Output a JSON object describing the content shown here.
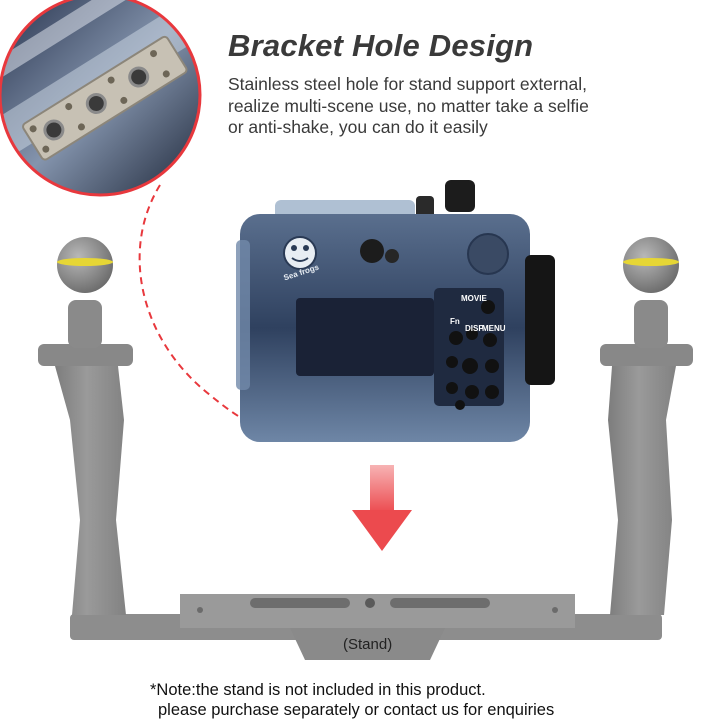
{
  "heading": {
    "title": "Bracket Hole Design",
    "description_lines": [
      "Stainless steel hole for stand support external,",
      "realize multi-scene use, no matter take a selfie",
      "or anti-shake, you can do it easily"
    ]
  },
  "camera_housing": {
    "brand_text": "Sea frogs",
    "button_labels": {
      "movie": "MOVIE",
      "fn": "Fn",
      "disp": "DISP",
      "menu": "MENU"
    }
  },
  "stand": {
    "label": "(Stand)"
  },
  "note": {
    "lines": [
      "*Note:the stand is not included in this product.",
      "please purchase separately or contact us for enquiries"
    ]
  },
  "colors": {
    "accent_red": "#e8383d",
    "arrow_red": "#f0595c",
    "stand_gray": "#8e8e8e",
    "ring_yellow": "#e6d635",
    "text_dark": "#3a3a3a"
  }
}
